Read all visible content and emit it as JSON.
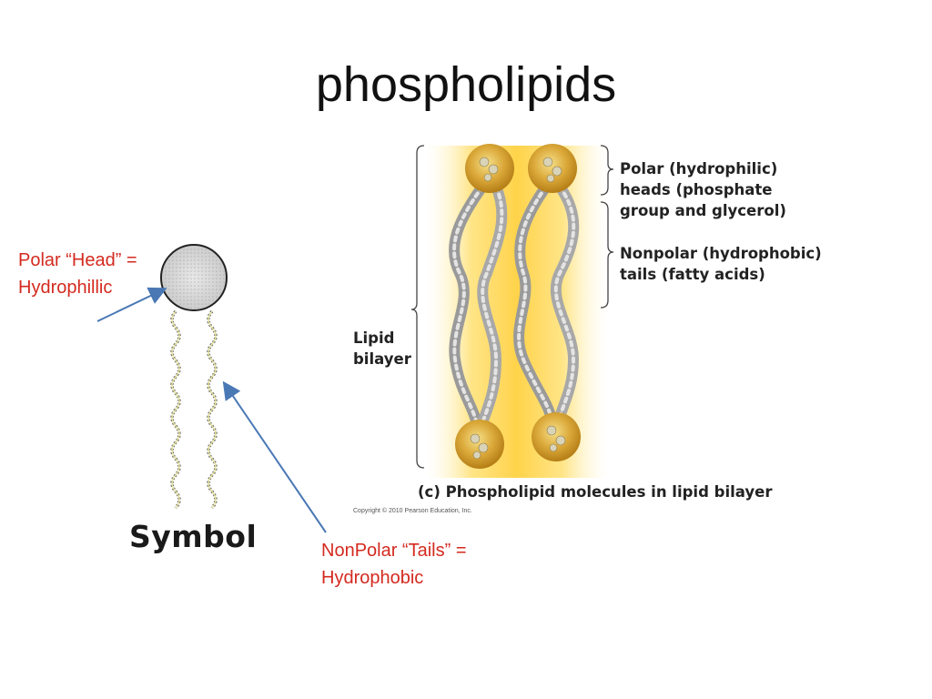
{
  "slide": {
    "title": "phospholipids"
  },
  "symbol_diagram": {
    "head_label_line1": "Polar “Head” =",
    "head_label_line2": "Hydrophillic",
    "tails_label_line1": "NonPolar “Tails” =",
    "tails_label_line2": "Hydrophobic",
    "symbol_caption": "Symbol"
  },
  "bilayer_figure": {
    "heads_label_line1": "Polar (hydrophilic)",
    "heads_label_line2": "heads (phosphate",
    "heads_label_line3": "group and glycerol)",
    "tails_label_line1": "Nonpolar (hydrophobic)",
    "tails_label_line2": "tails (fatty acids)",
    "bilayer_label_line1": "Lipid",
    "bilayer_label_line2": "bilayer",
    "caption_letter": "(c)",
    "caption_text": "Phospholipid molecules in lipid bilayer",
    "copyright": "Copyright © 2010 Pearson Education, Inc."
  },
  "colors": {
    "label_red": "#d42a1f",
    "arrow_blue": "#4a78b5",
    "head_gold": "#d9a52a",
    "glow_yellow": "#ffd94a"
  }
}
